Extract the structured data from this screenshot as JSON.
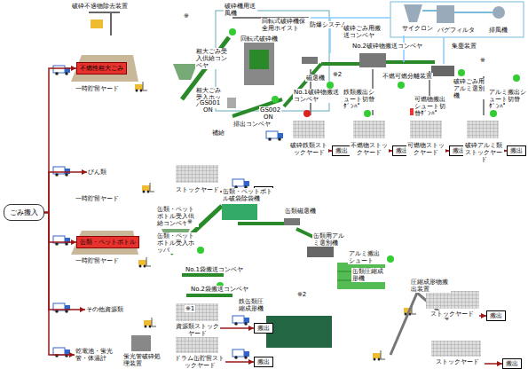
{
  "diagram": {
    "nodes": [
      {
        "text": [
          "ごみ搬入"
        ]
      },
      {
        "text": [
          "不燃性粗大ごみ"
        ]
      },
      {
        "text": [
          "びん類"
        ]
      },
      {
        "text": [
          "缶類・ペットボトル"
        ]
      },
      {
        "text": [
          "その他資源類"
        ]
      },
      {
        "text": [
          "乾電池・蛍光管・体温計"
        ]
      },
      {
        "text": [
          "破砕鉄類ストックヤード"
        ]
      },
      {
        "text": [
          "搬出"
        ]
      },
      {
        "text": [
          "不燃物ストックヤード"
        ]
      },
      {
        "text": [
          "搬出"
        ]
      },
      {
        "text": [
          "可燃物ストックヤード"
        ]
      },
      {
        "text": [
          "搬出"
        ]
      },
      {
        "text": [
          "破砕アルミ類ストックヤード"
        ]
      },
      {
        "text": [
          "搬出"
        ]
      },
      {
        "text": [
          "ストックヤード"
        ]
      },
      {
        "text": [
          "搬出"
        ]
      },
      {
        "text": [
          "ストックヤード"
        ]
      },
      {
        "text": [
          "搬出"
        ]
      },
      {
        "text": [
          "ストックヤード"
        ]
      },
      {
        "text": [
          "搬出"
        ]
      },
      {
        "text": [
          "資源類ストックヤード"
        ]
      },
      {
        "text": [
          "搬出"
        ]
      },
      {
        "text": [
          "ドラム缶貯留ストックヤード"
        ]
      },
      {
        "text": [
          "搬出"
        ]
      }
    ],
    "edges": [
      {
        "from": 0,
        "to": 1,
        "arrow": "to"
      },
      {
        "from": 0,
        "to": 2,
        "arrow": "to"
      },
      {
        "from": 0,
        "to": 3,
        "arrow": "to"
      },
      {
        "from": 0,
        "to": 4,
        "arrow": "to"
      },
      {
        "from": 0,
        "to": 5,
        "arrow": "to"
      },
      {
        "from": 6,
        "to": 7,
        "arrow": "to"
      },
      {
        "from": 8,
        "to": 9,
        "arrow": "to"
      },
      {
        "from": 10,
        "to": 11,
        "arrow": "to"
      },
      {
        "from": 12,
        "to": 13,
        "arrow": "to"
      },
      {
        "from": 14,
        "to": 15,
        "arrow": "to"
      },
      {
        "from": 16,
        "to": 17,
        "arrow": "to"
      },
      {
        "from": 18,
        "to": 19,
        "arrow": "to"
      },
      {
        "from": 20,
        "to": 21,
        "arrow": "to"
      },
      {
        "from": 22,
        "to": 23,
        "arrow": "to"
      }
    ],
    "labels": [
      "破砕不適物除去装置",
      "一時貯留ヤード",
      "粗大ごみ受入供給コンベヤ",
      "粗大ごみ受入ホッパ",
      "破砕機用送風機",
      "回転式破砕機保全用ホイスト",
      "回転式破砕機",
      "GS001",
      "ON",
      "GS002",
      "ON",
      "補給",
      "排出コンベヤ",
      "防爆システム",
      "破砕ごみ用搬送コンベヤ",
      "No.2破砕物搬送コンベヤ",
      "磁選機",
      "No.1破砕物搬送コンベヤ",
      "不燃可燃分離装置",
      "鉄類搬出シュート切替ﾀﾞﾝﾊﾟ",
      "可燃物搬出シュート切替ﾀﾞﾝﾊﾟ",
      "破砕ごみ用アルミ選別機",
      "アルミ搬出シュート切替ﾀﾞﾝﾊﾟ",
      "集塵装置",
      "サイクロン",
      "バグフィルタ",
      "排風機",
      "※",
      "※2",
      "※",
      "一時貯留ヤード",
      "一時貯留ヤード",
      "缶類・ペットボトル受入供給コンベヤ",
      "缶類・ペットボトル受入ホッパ",
      "缶類・ペットボトル破袋除袋機",
      "No.1袋搬送コンベヤ",
      "No.2袋搬送コンベヤ",
      "缶類磁選機",
      "缶類用アルミ選別機",
      "アルミ搬出シュート",
      "缶類圧縮成形機",
      "鉄缶類圧縮成形機",
      "圧縮成形物搬出装置",
      "※",
      "※1",
      "※2",
      "蛍光管破砕処理装置"
    ]
  }
}
